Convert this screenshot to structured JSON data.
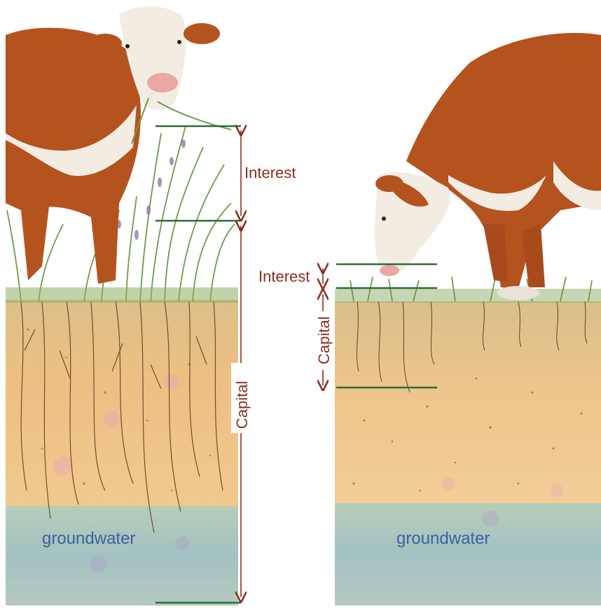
{
  "left_panel": {
    "interest_label": "Interest",
    "capital_label": "Capital",
    "groundwater_label": "groundwater"
  },
  "right_panel": {
    "interest_label": "Interest",
    "capital_label": "Capital",
    "groundwater_label": "groundwater"
  },
  "colors": {
    "label_text": "#8b2e1f",
    "groundwater_text": "#3d5fa3",
    "marker_line": "#2f6b3a",
    "soil": "#e9b878",
    "groundwater": "#a9c7c0",
    "cow_body": "#b5531f",
    "cow_white": "#f3ece2",
    "grass": "#6f9a4a"
  }
}
